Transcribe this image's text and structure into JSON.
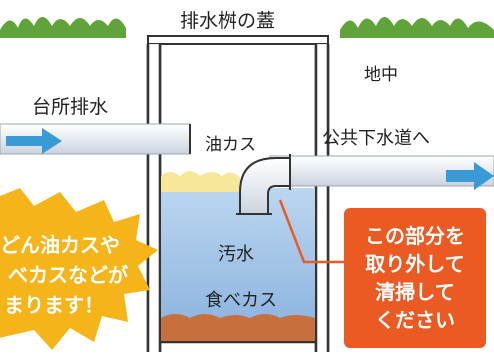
{
  "labels": {
    "cover": "排水桝の蓋",
    "ground": "地中",
    "kitchen_drain": "台所排水",
    "oil_scum": "油カス",
    "public_sewer": "公共下水道へ",
    "sewage": "汚水",
    "food_scraps": "食べカス"
  },
  "burst": {
    "lines": [
      "どん油カスや",
      "べカスなどが",
      "まります！"
    ]
  },
  "callout": {
    "lines": [
      "この部分を",
      "取り外して",
      "清掃して",
      "ください"
    ]
  },
  "colors": {
    "water": "#a7c6e8",
    "oil": "#f6e79a",
    "sludge": "#c8703d",
    "pipe": "#dfe6ee",
    "arrow": "#3a9ad6",
    "burst": "#f5b51a",
    "callout": "#ea5a22",
    "grass": "#5fa33a"
  }
}
